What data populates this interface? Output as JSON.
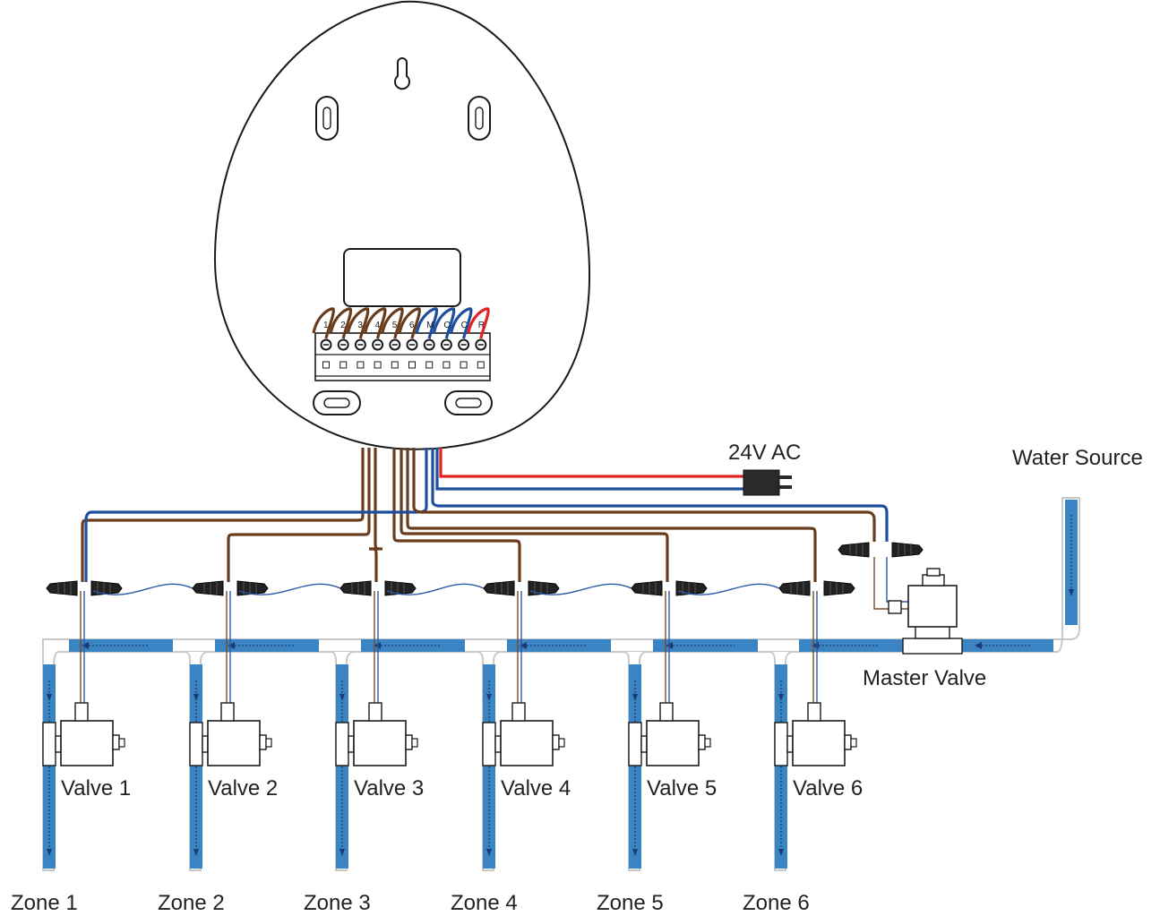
{
  "labels": {
    "power": "24V AC",
    "water_source": "Water Source",
    "master_valve": "Master Valve"
  },
  "terminals": [
    "1",
    "2",
    "3",
    "4",
    "5",
    "6",
    "M",
    "C",
    "C",
    "R"
  ],
  "valves": [
    {
      "valve": "Valve 1",
      "zone": "Zone 1"
    },
    {
      "valve": "Valve 2",
      "zone": "Zone 2"
    },
    {
      "valve": "Valve 3",
      "zone": "Zone 3"
    },
    {
      "valve": "Valve 4",
      "zone": "Zone 4"
    },
    {
      "valve": "Valve 5",
      "zone": "Zone 5"
    },
    {
      "valve": "Valve 6",
      "zone": "Zone 6"
    }
  ],
  "colors": {
    "zone_wire": "#6a3c1e",
    "common_wire": "#1e4f9e",
    "power_wire": "#e02323",
    "water": "#3a84c4"
  }
}
